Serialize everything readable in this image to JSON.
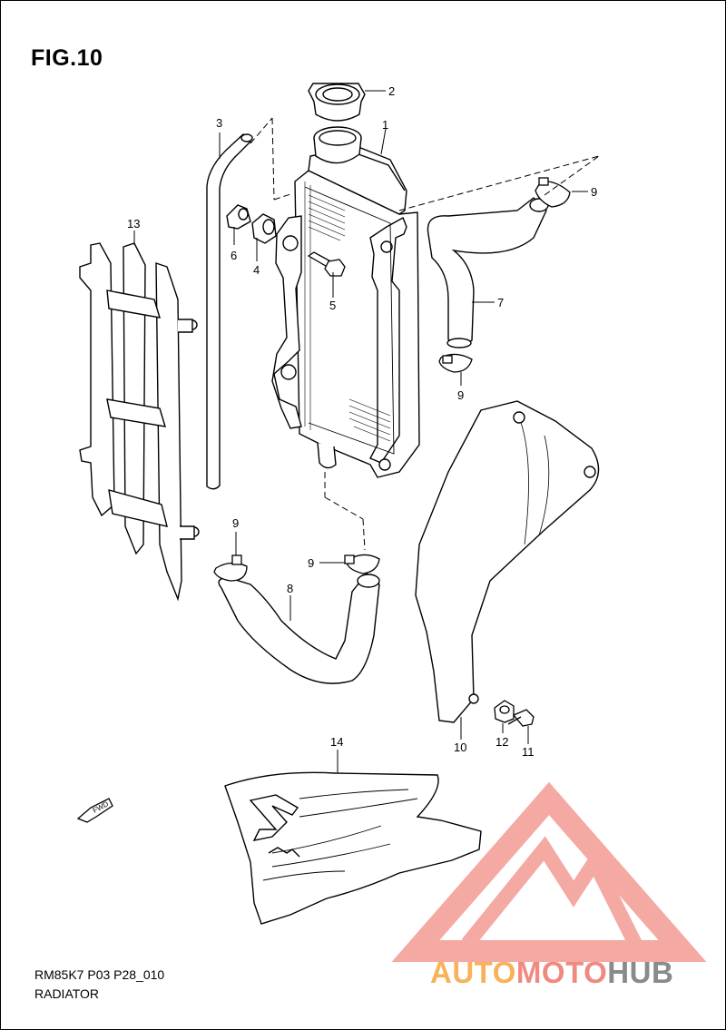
{
  "figure_title": "FIG.10",
  "diagram_code": "RM85K7 P03 P28_010",
  "section_name": "RADIATOR",
  "callouts": [
    "1",
    "2",
    "3",
    "4",
    "5",
    "6",
    "7",
    "8",
    "9",
    "9",
    "9",
    "9",
    "10",
    "11",
    "12",
    "13",
    "14"
  ],
  "fwd_label": "FWD",
  "watermark": {
    "brand_parts": [
      "AUTO",
      "MOTO",
      "HUB"
    ],
    "colors": {
      "auto": "#f7b25a",
      "moto": "#f08a80",
      "hub": "#8a8a8a",
      "logo": "#f4a09a"
    }
  },
  "colors": {
    "line": "#000000",
    "background": "#ffffff"
  }
}
